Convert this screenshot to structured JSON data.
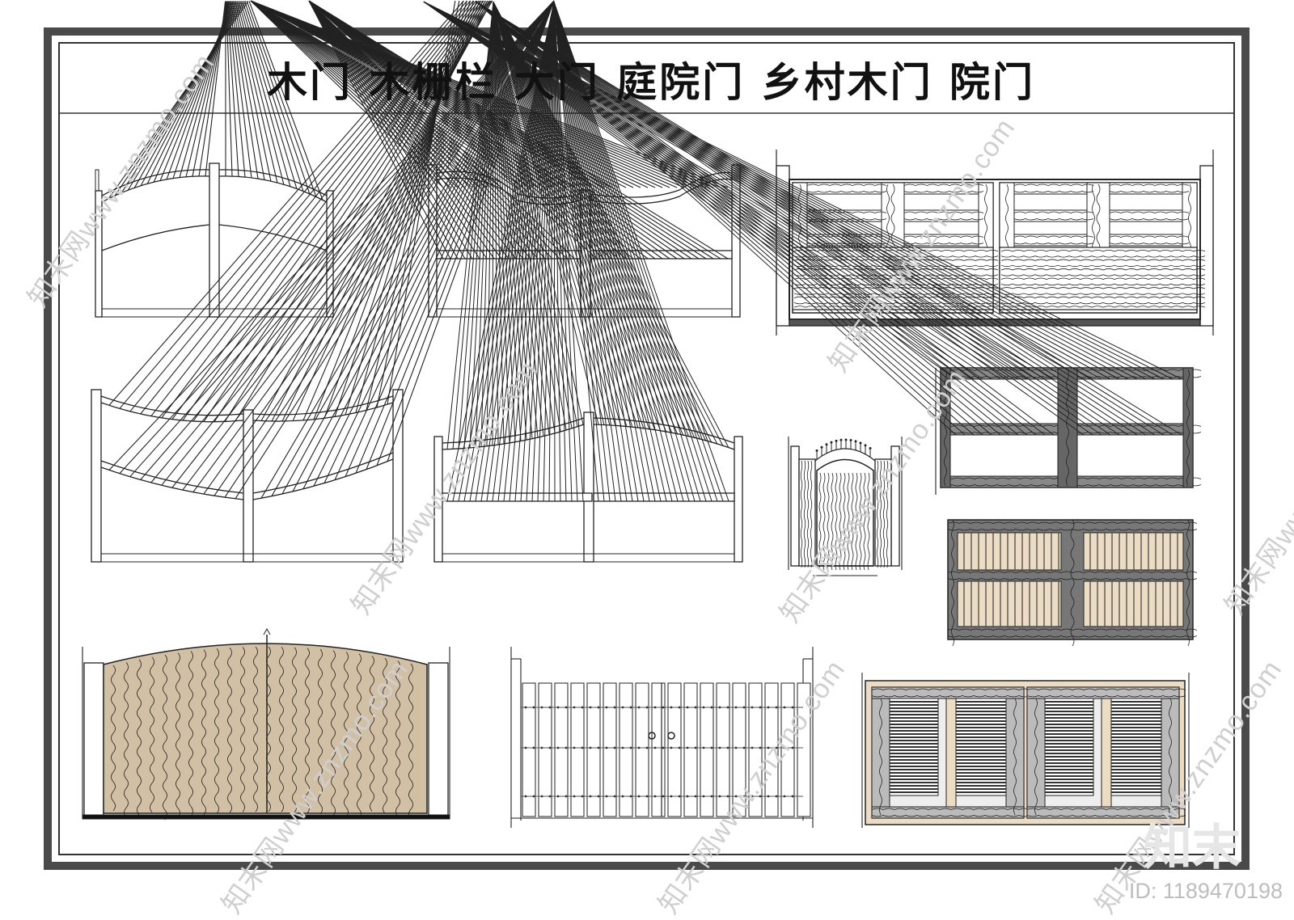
{
  "title": "木门 木栅栏 大门 庭院门 乡村木门 院门",
  "watermarks": [
    "知末网www.znzmo.com",
    "知末网www.znzmo.com",
    "知末网www.znzmo.com",
    "知末网www.znzmo.com",
    "知末网www.znzmo.com",
    "知末网www.znzmo.com",
    "知末网www.znzmo.com",
    "知末网www.znzmo.com"
  ],
  "brand": "知末",
  "id_label": "ID: 1189470198",
  "gates": [
    {
      "name": "gate-1-arched-double"
    },
    {
      "name": "gate-2-wave-double"
    },
    {
      "name": "gate-3-rustic-wood-panel"
    },
    {
      "name": "gate-4-wave-tall"
    },
    {
      "name": "gate-5-arched-slat"
    },
    {
      "name": "gate-6-small-garden-door"
    },
    {
      "name": "gate-7-dark-wood-spindle"
    },
    {
      "name": "gate-8-beige-wood-panel"
    },
    {
      "name": "gate-9-sliding-wood-grain"
    },
    {
      "name": "gate-10-picket-double"
    },
    {
      "name": "gate-11-louver-frame"
    }
  ],
  "colors": {
    "frame": "#333333",
    "beige": "#ecdcc4",
    "wood": "#d2c0a4",
    "dark": "#444444"
  }
}
